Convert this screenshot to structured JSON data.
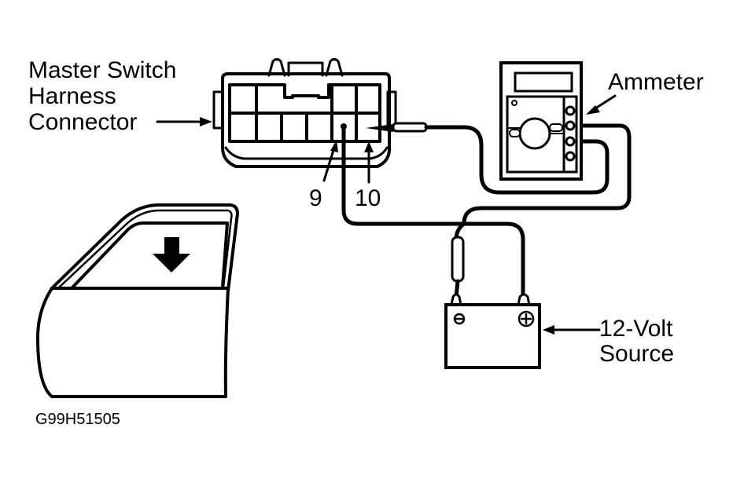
{
  "diagram": {
    "labels": {
      "connector_line1": "Master Switch",
      "connector_line2": "Harness",
      "connector_line3": "Connector",
      "ammeter": "Ammeter",
      "source_line1": "12-Volt",
      "source_line2": "Source",
      "terminal_9": "9",
      "terminal_10": "10",
      "figure_id": "G99H51505"
    },
    "battery": {
      "negative_symbol": "⊖",
      "positive_symbol": "⊕"
    },
    "colors": {
      "ink": "#000000",
      "background": "#ffffff"
    }
  }
}
